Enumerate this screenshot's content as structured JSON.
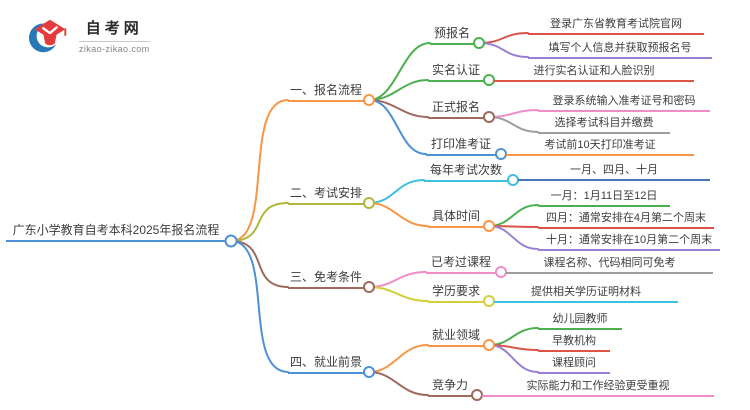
{
  "logo": {
    "title": "自考网",
    "domain": "zikao-zikao.com"
  },
  "colors": {
    "blue": "#4e91d5",
    "steel_blue": "#4577b8",
    "orange": "#f79646",
    "olive": "#b0b73c",
    "brown": "#9d6a5c",
    "green": "#4caf50",
    "cyan": "#3ec0e0",
    "pink": "#ee8dc6",
    "yellow": "#d3cf3a",
    "red": "#dc5449",
    "purple": "#9b7fd4",
    "gray": "#9e9e9e",
    "text": "#3d3d3d",
    "logo_blue": "#2878b8",
    "logo_red": "#e23c3c"
  },
  "mindmap": {
    "root": "广东小学教育自考本科2025年报名流程",
    "branches": [
      {
        "label": "一、报名流程",
        "children": [
          {
            "label": "预报名",
            "children": [
              "登录广东省教育考试院官网",
              "填写个人信息并获取预报名号"
            ]
          },
          {
            "label": "实名认证",
            "children": [
              "进行实名认证和人脸识别"
            ]
          },
          {
            "label": "正式报名",
            "children": [
              "登录系统输入准考证号和密码",
              "选择考试科目并缴费"
            ]
          },
          {
            "label": "打印准考证",
            "children": [
              "考试前10天打印准考证"
            ]
          }
        ]
      },
      {
        "label": "二、考试安排",
        "children": [
          {
            "label": "每年考试次数",
            "children": [
              "一月、四月、十月"
            ]
          },
          {
            "label": "具体时间",
            "children": [
              "一月：1月11日至12日",
              "四月：通常安排在4月第二个周末",
              "十月：通常安排在10月第二个周末"
            ]
          }
        ]
      },
      {
        "label": "三、免考条件",
        "children": [
          {
            "label": "已考过课程",
            "children": [
              "课程名称、代码相同可免考"
            ]
          },
          {
            "label": "学历要求",
            "children": [
              "提供相关学历证明材料"
            ]
          }
        ]
      },
      {
        "label": "四、就业前景",
        "children": [
          {
            "label": "就业领域",
            "children": [
              "幼儿园教师",
              "早教机构",
              "课程顾问"
            ]
          },
          {
            "label": "竞争力",
            "children": [
              "实际能力和工作经验更受重视"
            ]
          }
        ]
      }
    ]
  }
}
